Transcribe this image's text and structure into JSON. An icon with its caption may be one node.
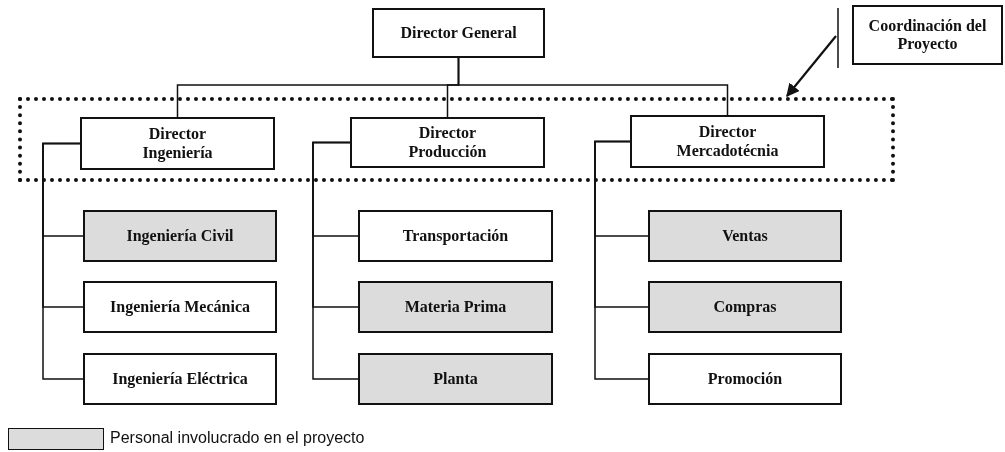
{
  "diagram": {
    "nodes": [
      {
        "text": [
          "Director General"
        ]
      },
      {
        "text": [
          "Coordinación del Proyecto"
        ]
      },
      {
        "text": [],
        "shape": "box"
      },
      {
        "text": [
          "Director Ingeniería"
        ],
        "in": 2
      },
      {
        "text": [
          "Director Producción"
        ],
        "in": 2
      },
      {
        "text": [
          "Director Mercadotécnia"
        ],
        "in": 2
      },
      {
        "text": [
          "Ingeniería Civil"
        ]
      },
      {
        "text": [
          "Transportación"
        ]
      },
      {
        "text": [
          "Ventas"
        ]
      },
      {
        "text": [
          "Ingeniería Mecánica"
        ]
      },
      {
        "text": [
          "Materia Prima"
        ]
      },
      {
        "text": [
          "Compras"
        ]
      },
      {
        "text": [
          "Ingeniería Eléctrica"
        ]
      },
      {
        "text": [
          "Planta"
        ]
      },
      {
        "text": [
          "Promoción"
        ]
      }
    ],
    "edges": [
      {
        "from": 0,
        "to": 3,
        "arrow": "none"
      },
      {
        "from": 0,
        "to": 4,
        "arrow": "none"
      },
      {
        "from": 0,
        "to": 5,
        "arrow": "none"
      },
      {
        "from": 1,
        "to": 2,
        "arrow": "to"
      },
      {
        "from": 3,
        "to": 6,
        "arrow": "none"
      },
      {
        "from": 3,
        "to": 9,
        "arrow": "none"
      },
      {
        "from": 3,
        "to": 12,
        "arrow": "none"
      },
      {
        "from": 4,
        "to": 7,
        "arrow": "none"
      },
      {
        "from": 4,
        "to": 10,
        "arrow": "none"
      },
      {
        "from": 4,
        "to": 13,
        "arrow": "none"
      },
      {
        "from": 5,
        "to": 8,
        "arrow": "none"
      },
      {
        "from": 5,
        "to": 11,
        "arrow": "none"
      },
      {
        "from": 5,
        "to": 14,
        "arrow": "none"
      }
    ],
    "legend": [
      {
        "text": "Personal involucrado en el proyecto",
        "color": "#dcdcdc"
      }
    ]
  }
}
